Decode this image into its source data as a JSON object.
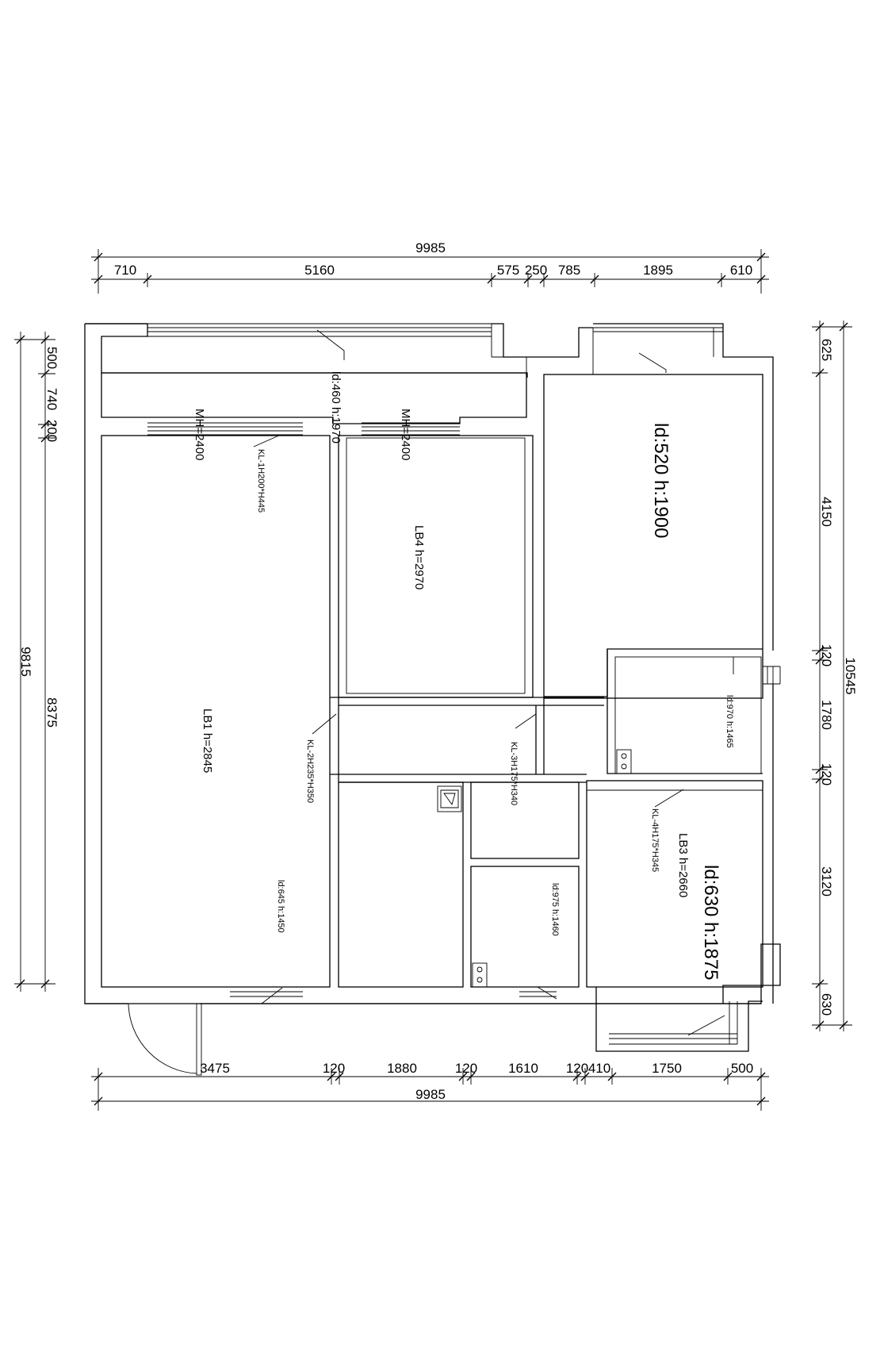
{
  "dims_top": {
    "overall": "9985",
    "segments": [
      "710",
      "5160",
      "575",
      "250",
      "785",
      "1895",
      "610"
    ]
  },
  "dims_bottom": {
    "overall": "9985",
    "segments": [
      "3475",
      "120",
      "1880",
      "120",
      "1610",
      "120",
      "410",
      "1750",
      "500"
    ]
  },
  "dims_left": {
    "overall": "9815",
    "inner": "8375",
    "segments": [
      "500",
      "740",
      "200"
    ]
  },
  "dims_right": {
    "overall": "10545",
    "segments": [
      "625",
      "4150",
      "120",
      "1780",
      "120",
      "3120",
      "630"
    ]
  },
  "labels": {
    "balcony_top_window": "ld:460  h:1970",
    "mh_left": "MH=2400",
    "mh_right": "MH=2400",
    "beam_kl1": "KL-1H200*H445",
    "room_top_right": "ld:520  h:1900",
    "slab_lb4": "LB4  h=2970",
    "slab_lb1": "LB1  h=2845",
    "beam_kl2": "KL-2H235*H350",
    "beam_kl3": "KL-3H175*H340",
    "small_room_window": "ld:970  h:1465",
    "beam_kl4": "KL-4H175*H345",
    "slab_lb3": "LB3  h=2660",
    "room_bottom_right": "ld:630  h:1875",
    "bath_window": "ld:975  h:1460",
    "lr_window": "ld:645  h:1450"
  }
}
